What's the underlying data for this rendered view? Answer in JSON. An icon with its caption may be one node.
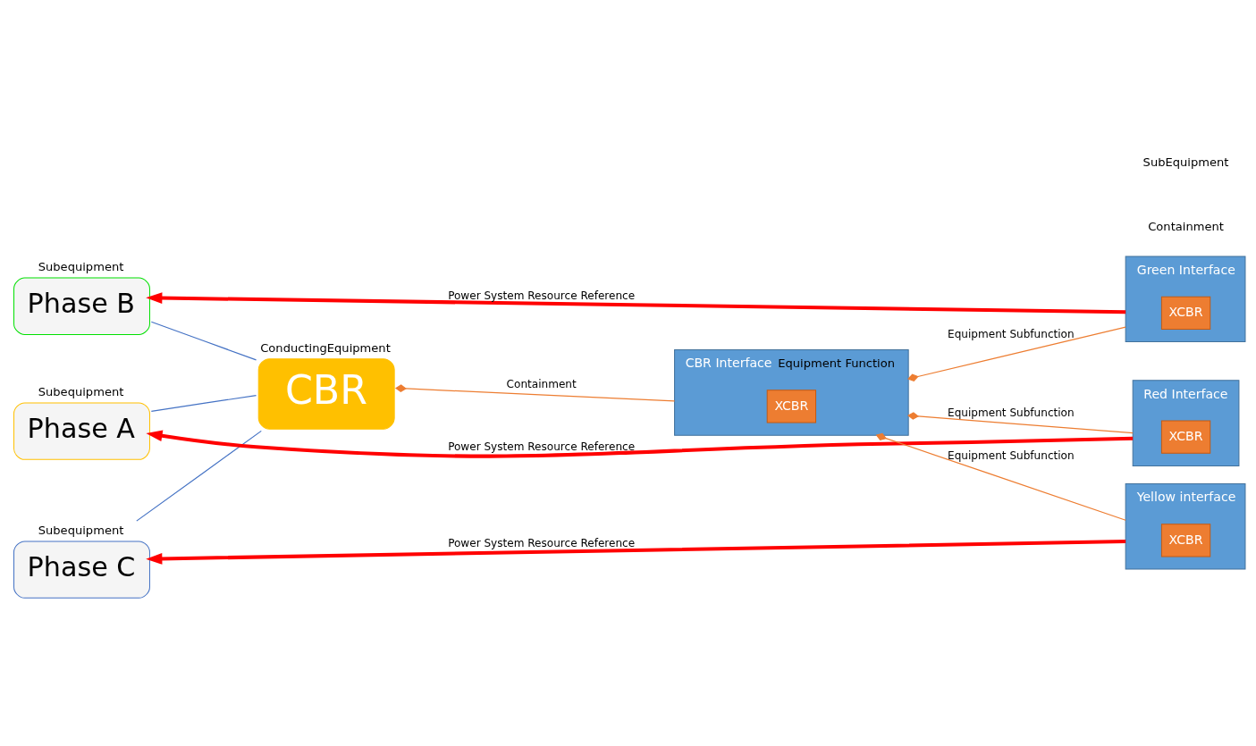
{
  "diagram": {
    "nodes": [
      {
        "text": [
          "CBR"
        ],
        "beside": [
          "ConductingEquipment"
        ]
      },
      {
        "text": [
          "Phase A"
        ],
        "beside": [
          "Subequipment"
        ]
      },
      {
        "text": [
          "Phase B"
        ],
        "beside": [
          "Subequipment"
        ]
      },
      {
        "text": [
          "Phase C"
        ],
        "beside": [
          "Subequipment"
        ]
      },
      {
        "text": [
          "CBR Interface"
        ],
        "beside": [
          "Equipment Function"
        ]
      },
      {
        "text": [
          "XCBR"
        ],
        "in": 4
      },
      {
        "text": [
          "Red Interface"
        ]
      },
      {
        "text": [
          "XCBR"
        ],
        "in": 6
      },
      {
        "text": [
          "Green Interface"
        ]
      },
      {
        "text": [
          "XCBR"
        ],
        "in": 8
      },
      {
        "text": [
          "Yellow interface"
        ]
      },
      {
        "text": [
          "XCBR"
        ],
        "in": 10
      }
    ],
    "edges": [
      {
        "from": 0,
        "to": 1,
        "arrow": "none",
        "color": "#4472c4"
      },
      {
        "from": 0,
        "to": 2,
        "arrow": "none",
        "color": "#4472c4"
      },
      {
        "from": 0,
        "to": 3,
        "arrow": "none",
        "color": "#4472c4"
      },
      {
        "from": 4,
        "to": 0,
        "arrow": "other",
        "label": "Containment",
        "color": "#ed7d31"
      },
      {
        "from": 6,
        "to": 4,
        "arrow": "other",
        "label": "Equipment Subfunction",
        "color": "#ed7d31"
      },
      {
        "from": 8,
        "to": 4,
        "arrow": "other",
        "label": "Equipment Subfunction",
        "color": "#ed7d31"
      },
      {
        "from": 10,
        "to": 4,
        "arrow": "other",
        "label": "Equipment Subfunction",
        "color": "#ed7d31"
      },
      {
        "from": 6,
        "to": 1,
        "arrow": "to",
        "label": "Power System Resource Reference",
        "style": "thick",
        "color": "#ff0000"
      },
      {
        "from": 8,
        "to": 2,
        "arrow": "to",
        "label": "Power System Resource Reference",
        "style": "thick",
        "color": "#ff0000"
      },
      {
        "from": 10,
        "to": 3,
        "arrow": "to",
        "label": "Power System Resource Reference",
        "style": "thick",
        "color": "#ff0000"
      }
    ],
    "labels": [
      "Containment",
      "SubEquipment"
    ]
  }
}
